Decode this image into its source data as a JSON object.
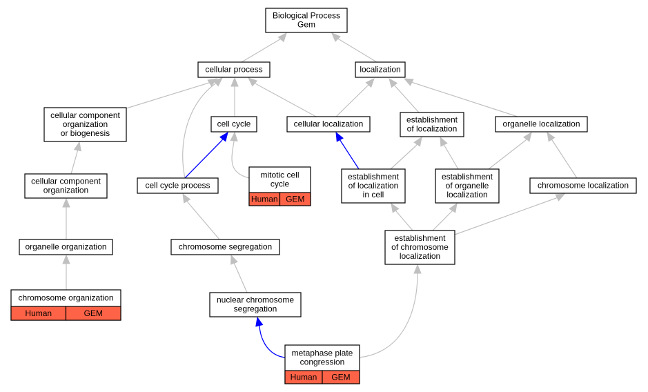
{
  "colors": {
    "edge_gray": "#c0c0c0",
    "edge_blue": "#0000ff",
    "tag_fill": "#ff6347",
    "node_border": "#000000"
  },
  "nodes": [
    {
      "id": "bp",
      "lines": [
        "Biological Process",
        "Gem"
      ]
    },
    {
      "id": "cp",
      "lines": [
        "cellular process"
      ]
    },
    {
      "id": "loc",
      "lines": [
        "localization"
      ]
    },
    {
      "id": "ccob",
      "lines": [
        "cellular component",
        "organization",
        "or biogenesis"
      ]
    },
    {
      "id": "cc",
      "lines": [
        "cell cycle"
      ]
    },
    {
      "id": "cloc",
      "lines": [
        "cellular localization"
      ]
    },
    {
      "id": "eol",
      "lines": [
        "establishment",
        "of localization"
      ]
    },
    {
      "id": "oloc",
      "lines": [
        "organelle localization"
      ]
    },
    {
      "id": "cco",
      "lines": [
        "cellular component",
        "organization"
      ]
    },
    {
      "id": "ccp",
      "lines": [
        "cell cycle process"
      ]
    },
    {
      "id": "mcc",
      "lines": [
        "mitotic cell",
        "cycle"
      ],
      "tags": [
        "Human",
        "GEM"
      ]
    },
    {
      "id": "eolc",
      "lines": [
        "establishment",
        "of localization",
        "in cell"
      ]
    },
    {
      "id": "eool",
      "lines": [
        "establishment",
        "of organelle",
        "localization"
      ]
    },
    {
      "id": "chl",
      "lines": [
        "chromosome localization"
      ]
    },
    {
      "id": "oo",
      "lines": [
        "organelle organization"
      ]
    },
    {
      "id": "cs",
      "lines": [
        "chromosome segregation"
      ]
    },
    {
      "id": "eocl",
      "lines": [
        "establishment",
        "of chromosome",
        "localization"
      ]
    },
    {
      "id": "co",
      "lines": [
        "chromosome organization"
      ],
      "tags": [
        "Human",
        "GEM"
      ]
    },
    {
      "id": "ncs",
      "lines": [
        "nuclear chromosome",
        "segregation"
      ]
    },
    {
      "id": "mpc",
      "lines": [
        "metaphase plate",
        "congression"
      ],
      "tags": [
        "Human",
        "GEM"
      ]
    }
  ],
  "edges": [
    {
      "from": "cp",
      "to": "bp",
      "color": "gray"
    },
    {
      "from": "loc",
      "to": "bp",
      "color": "gray"
    },
    {
      "from": "ccob",
      "to": "cp",
      "color": "gray"
    },
    {
      "from": "cc",
      "to": "cp",
      "color": "gray"
    },
    {
      "from": "cloc",
      "to": "cp",
      "color": "gray"
    },
    {
      "from": "ccp",
      "to": "cp",
      "color": "gray"
    },
    {
      "from": "cloc",
      "to": "loc",
      "color": "gray"
    },
    {
      "from": "eol",
      "to": "loc",
      "color": "gray"
    },
    {
      "from": "oloc",
      "to": "loc",
      "color": "gray"
    },
    {
      "from": "cco",
      "to": "ccob",
      "color": "gray"
    },
    {
      "from": "ccp",
      "to": "cc",
      "color": "blue"
    },
    {
      "from": "mcc",
      "to": "cc",
      "color": "gray"
    },
    {
      "from": "eolc",
      "to": "cloc",
      "color": "blue"
    },
    {
      "from": "eolc",
      "to": "eol",
      "color": "gray"
    },
    {
      "from": "eool",
      "to": "eol",
      "color": "gray"
    },
    {
      "from": "eool",
      "to": "oloc",
      "color": "gray"
    },
    {
      "from": "chl",
      "to": "oloc",
      "color": "gray"
    },
    {
      "from": "oo",
      "to": "cco",
      "color": "gray"
    },
    {
      "from": "cs",
      "to": "ccp",
      "color": "gray"
    },
    {
      "from": "eocl",
      "to": "eolc",
      "color": "gray"
    },
    {
      "from": "eocl",
      "to": "eool",
      "color": "gray"
    },
    {
      "from": "eocl",
      "to": "chl",
      "color": "gray"
    },
    {
      "from": "co",
      "to": "oo",
      "color": "gray"
    },
    {
      "from": "ncs",
      "to": "cs",
      "color": "gray"
    },
    {
      "from": "mpc",
      "to": "ncs",
      "color": "blue"
    },
    {
      "from": "mpc",
      "to": "eocl",
      "color": "gray"
    }
  ]
}
